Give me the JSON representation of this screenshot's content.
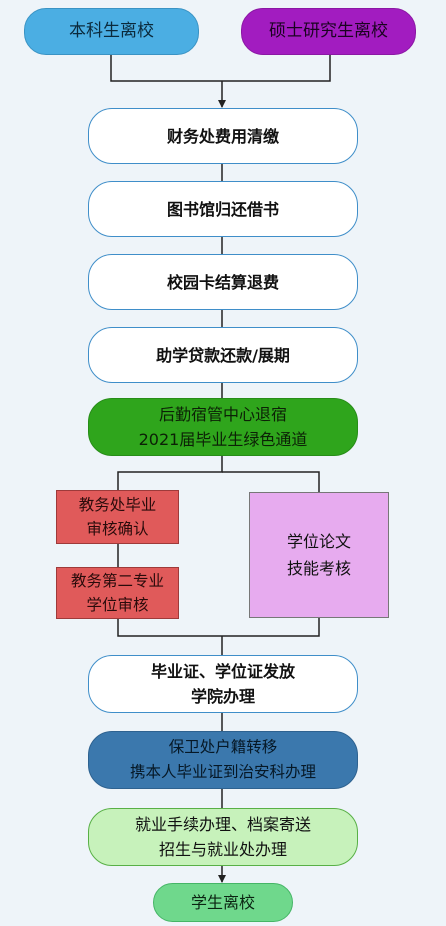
{
  "nodes": {
    "undergrad_leave": "本科生离校",
    "master_leave": "硕士研究生离校",
    "finance": "财务处费用清缴",
    "library": "图书馆归还借书",
    "campus_card": "校园卡结算退费",
    "loan": "助学贷款还款/展期",
    "logistics": {
      "line1": "后勤宿管中心退宿",
      "line2": "2021届毕业生绿色通道"
    },
    "academic_review": {
      "line1": "教务处毕业",
      "line2": "审核确认"
    },
    "second_major": {
      "line1": "教务第二专业",
      "line2": "学位审核"
    },
    "thesis": {
      "line1": "学位论文",
      "line2": "技能考核"
    },
    "diploma": {
      "line1": "毕业证、学位证发放",
      "line2": "学院办理"
    },
    "security": {
      "line1": "保卫处户籍转移",
      "line2": "携本人毕业证到治安科办理"
    },
    "employment": {
      "line1": "就业手续办理、档案寄送",
      "line2": "招生与就业处办理"
    },
    "student_leave": "学生离校"
  },
  "colors": {
    "line": "#222222",
    "undergrad": "#4baee3",
    "master": "#a21cc0",
    "pill_border": "#3f8ec9",
    "logistics": "#2fa51c",
    "academic": "#e05a5a",
    "thesis": "#e7abef",
    "security": "#3b78ad",
    "employment": "#c7f2bb",
    "leave": "#6fd88c"
  }
}
